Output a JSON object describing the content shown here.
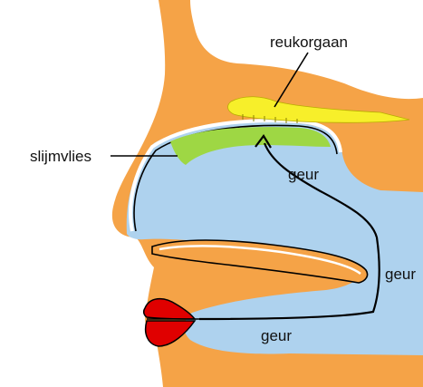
{
  "labels": {
    "olfactory_organ": "reukorgaan",
    "mucous_membrane": "slijmvlies",
    "odor_upper": "geur",
    "odor_right": "geur",
    "odor_mouth": "geur"
  },
  "colors": {
    "background": "#ffffff",
    "skin": "#f5a347",
    "airway": "#aed2ee",
    "olfactory_organ": "#f7ef2a",
    "mucous_membrane": "#9ed744",
    "lips": "#e00000",
    "outline": "#000000"
  }
}
